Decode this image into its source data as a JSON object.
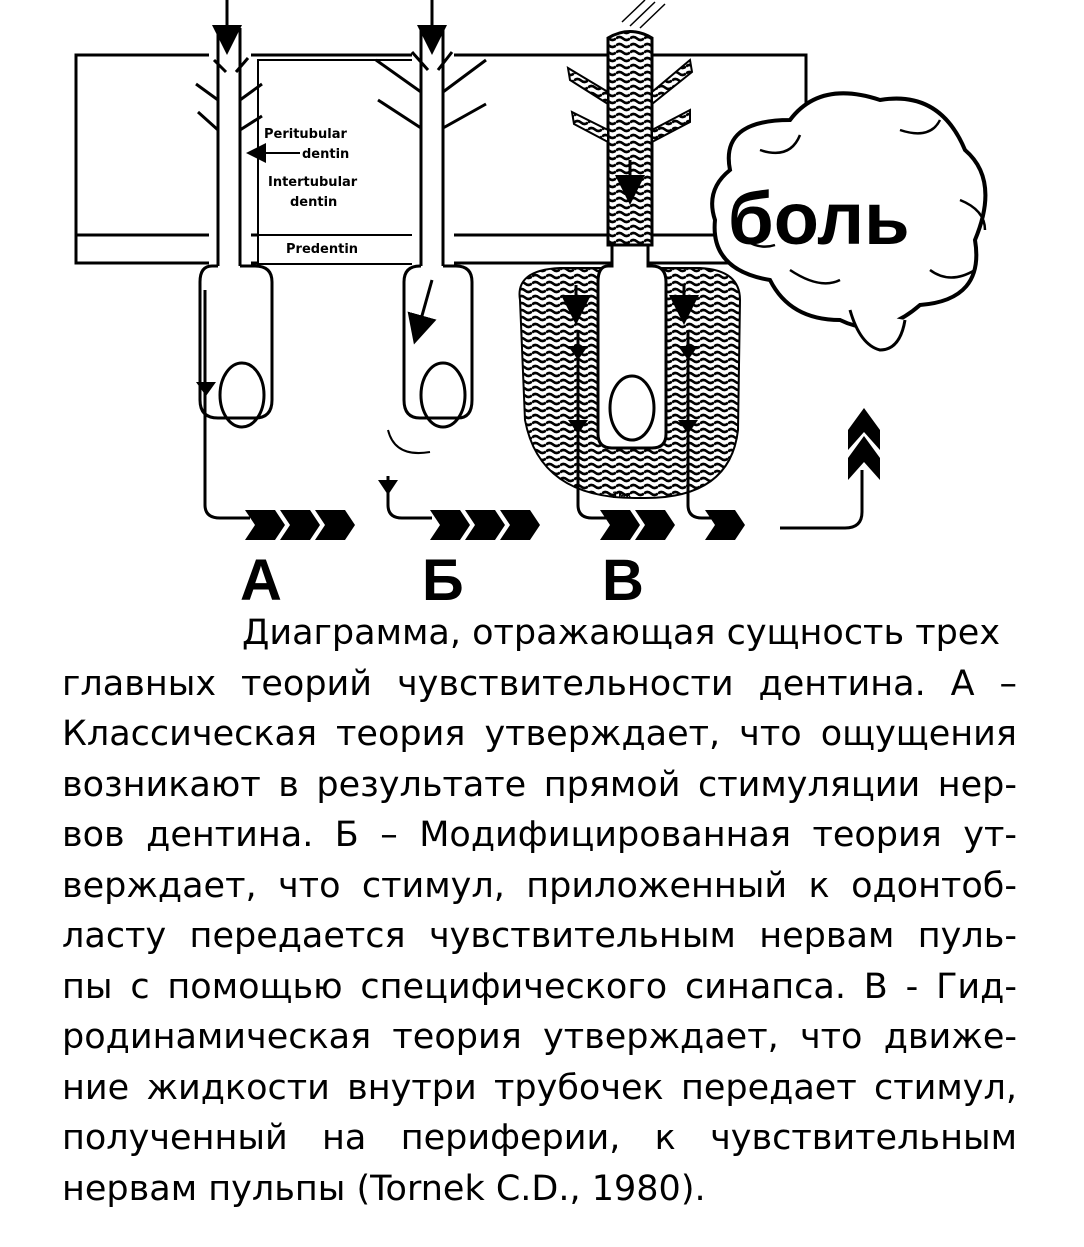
{
  "labels": {
    "peritubular": "Peritubular",
    "peritubular_dentin": "dentin",
    "intertubular": "Intertubular",
    "intertubular_dentin": "dentin",
    "predentin": "Predentin",
    "pain": "боль",
    "theory_a": "А",
    "theory_b": "Б",
    "theory_c": "В",
    "synapse_mark": "1мк"
  },
  "caption": {
    "lines": [
      "Диаграмма, отражающая сущность трех",
      "главных теорий чувствительности дентина. А –",
      "Классическая теория утверждает, что ощущения",
      "возникают в результате прямой стимуляции нер-",
      "вов дентина. Б – Модифицированная теория ут-",
      "верждает, что стимул, приложенный к одонтоб-",
      "ласту передается чувствительным нервам пуль-",
      "пы с помощью специфического синапса. В - Гид-",
      "родинамическая теория утверждает, что движе-",
      "ние жидкости внутри трубочек передает стимул,",
      "полученный на периферии, к чувствительным",
      "нервам пульпы (Tornek C.D., 1980)."
    ]
  },
  "colors": {
    "ink": "#000000",
    "paper": "#ffffff"
  }
}
